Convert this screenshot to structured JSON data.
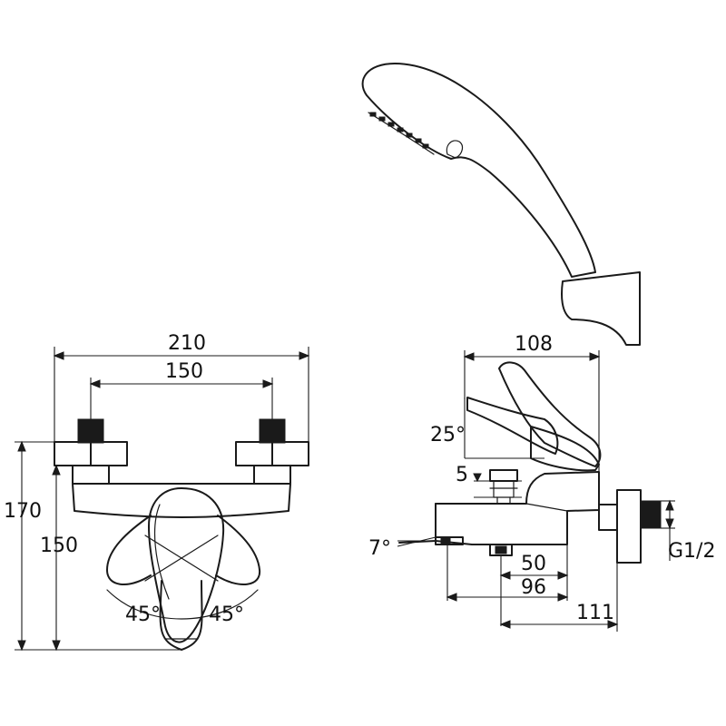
{
  "front_view": {
    "width_overall": "210",
    "width_centers": "150",
    "height_overall": "170",
    "height_body": "150",
    "angle_left": "45°",
    "angle_right": "45°"
  },
  "side_view": {
    "depth_lever": "108",
    "lever_angle": "25°",
    "diverter_gap": "5",
    "spout_angle": "7°",
    "outlet_offset": "50",
    "spout_depth": "96",
    "overall_depth": "111",
    "thread": "G1/2"
  }
}
